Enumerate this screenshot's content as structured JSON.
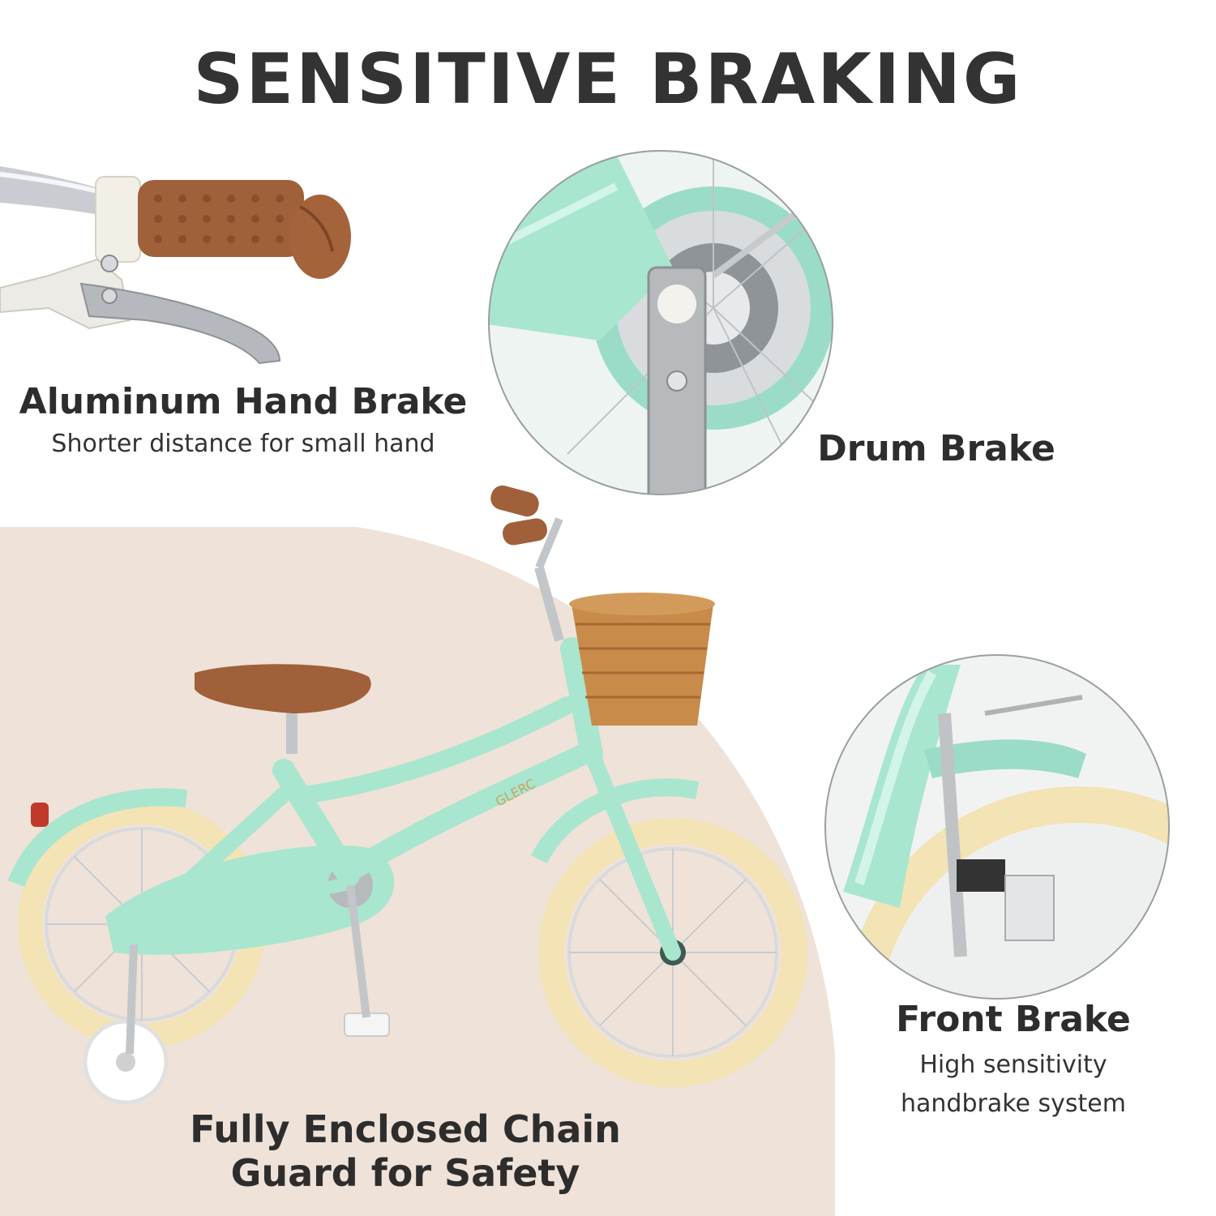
{
  "headline": "SENSITIVE BRAKING",
  "features": {
    "hand_brake": {
      "title": "Aluminum Hand Brake",
      "subtitle": "Shorter distance for small hand"
    },
    "drum_brake": {
      "title": "Drum Brake"
    },
    "front_brake": {
      "title": "Front Brake",
      "subtitle_line1": "High sensitivity",
      "subtitle_line2": "handbrake system"
    },
    "chain_guard": {
      "title_line1": "Fully Enclosed Chain",
      "title_line2": "Guard for Safety"
    }
  },
  "bike": {
    "frame_brand": "GLERC"
  },
  "colors": {
    "frame_mint": "#a8e6cf",
    "tire_cream": "#f3e3b5",
    "leather_brown": "#a0603a",
    "backdrop_beige": "#efe2d8",
    "text_dark": "#2d2d2d"
  }
}
